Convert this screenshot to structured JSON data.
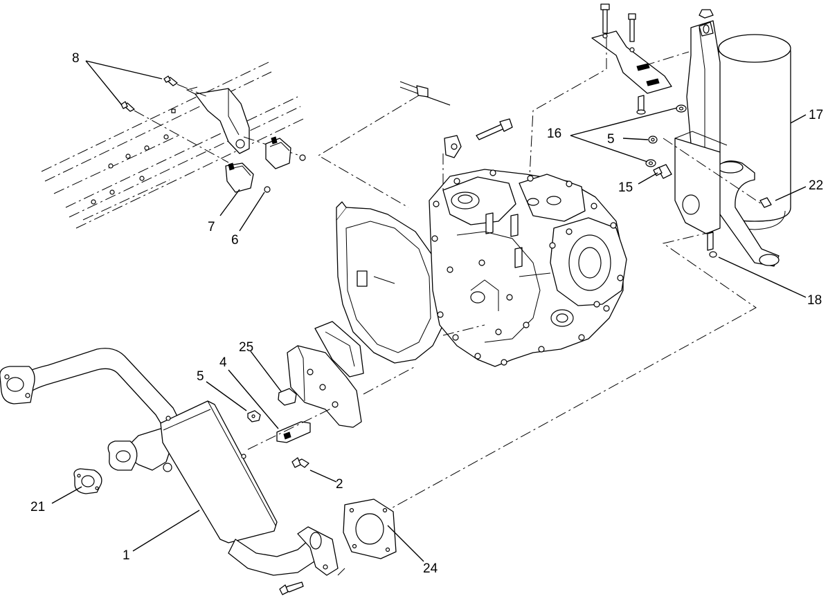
{
  "callouts": {
    "c8": "8",
    "c7": "7",
    "c6": "6",
    "c16": "16",
    "c5a": "5",
    "c15": "15",
    "c17": "17",
    "c22": "22",
    "c18": "18",
    "c25": "25",
    "c4": "4",
    "c5b": "5",
    "c2": "2",
    "c21": "21",
    "c1": "1",
    "c24": "24"
  }
}
